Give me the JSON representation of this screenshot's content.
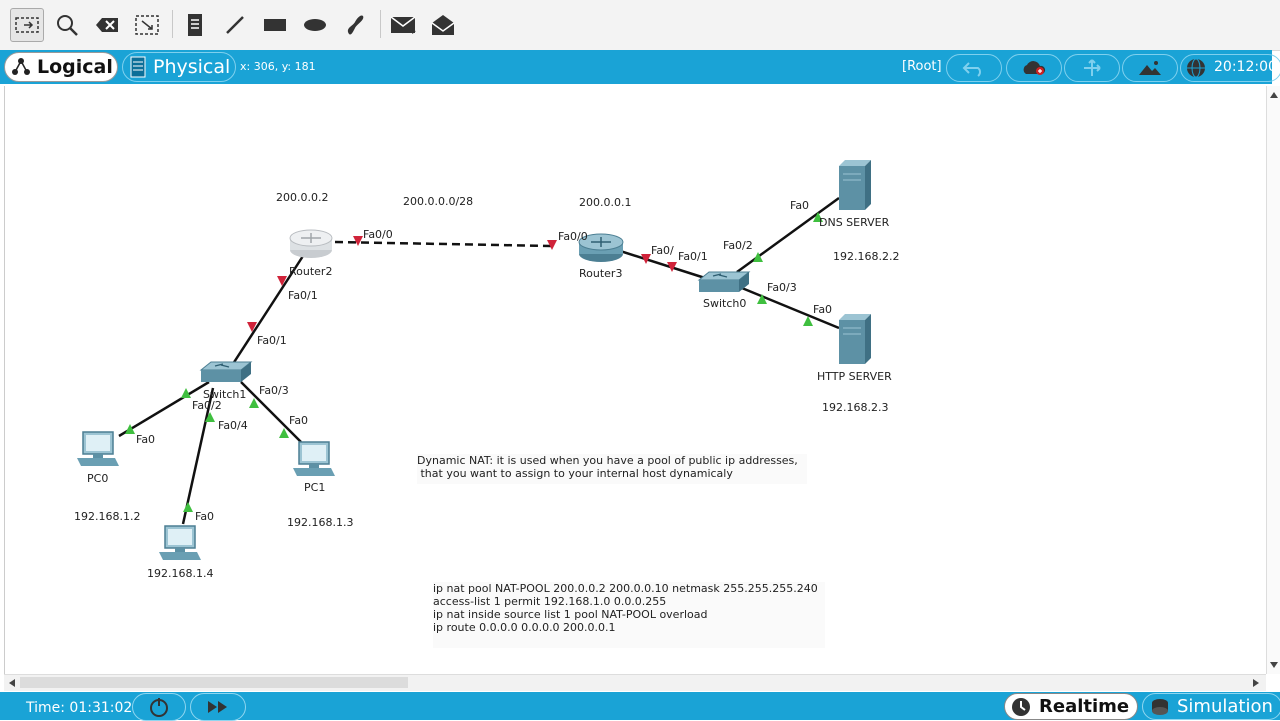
{
  "toolbar": {
    "tools": [
      "select-icon",
      "inspect-icon",
      "delete-icon",
      "resize-icon",
      "note-icon",
      "line-icon",
      "rectangle-icon",
      "ellipse-icon",
      "freeform-icon",
      "pdu-icon",
      "complex-pdu-icon"
    ]
  },
  "mode_bar": {
    "logical_label": "Logical",
    "physical_label": "Physical",
    "coords": "x: 306, y: 181",
    "root_label": "[Root]",
    "clock": "20:12:00"
  },
  "topology": {
    "router2_label": "Router2",
    "router3_label": "Router3",
    "switch0_label": "Switch0",
    "switch1_label": "Switch1",
    "pc0_label": "PC0",
    "pc1_label": "PC1",
    "pc2_label": "192.168.1.4",
    "dns_label": "DNS SERVER",
    "http_label": "HTTP SERVER",
    "ip_router2_pub": "200.0.0.2",
    "ip_network": "200.0.0.0/28",
    "ip_router3": "200.0.0.1",
    "ip_dns": "192.168.2.2",
    "ip_http": "192.168.2.3",
    "ip_pc0": "192.168.1.2",
    "ip_pc1": "192.168.1.3",
    "ports": {
      "r2_fa00": "Fa0/0",
      "r2_fa01": "Fa0/1",
      "sw1_fa01": "Fa0/1",
      "sw1_fa02": "Fa0/2",
      "sw1_fa03": "Fa0/3",
      "sw1_fa04": "Fa0/4",
      "pc0_fa0": "Fa0",
      "pc1_fa0": "Fa0",
      "pc2_fa0": "Fa0",
      "r3_fa00": "Fa0/0",
      "r3_fa01": "Fa0/",
      "sw0_fa01": "Fa0/1",
      "sw0_fa02": "Fa0/2",
      "sw0_fa03": "Fa0/3",
      "dns_fa0": "Fa0",
      "http_fa0": "Fa0"
    }
  },
  "notes": {
    "dynamic_nat": "Dynamic NAT: it is used when you have a pool of public ip addresses,\n that you want to assign to your internal host dynamicaly",
    "config": "ip nat pool NAT-POOL 200.0.0.2 200.0.0.10 netmask 255.255.255.240\naccess-list 1 permit 192.168.1.0 0.0.0.255\nip nat inside source list 1 pool NAT-POOL overload\nip route 0.0.0.0 0.0.0.0 200.0.0.1"
  },
  "status_bar": {
    "time": "Time: 01:31:02",
    "realtime_label": "Realtime",
    "simulation_label": "Simulation"
  },
  "colors": {
    "accent": "#1aa3d6",
    "link_up": "#3fbf3f",
    "link_down": "#d0233a"
  }
}
